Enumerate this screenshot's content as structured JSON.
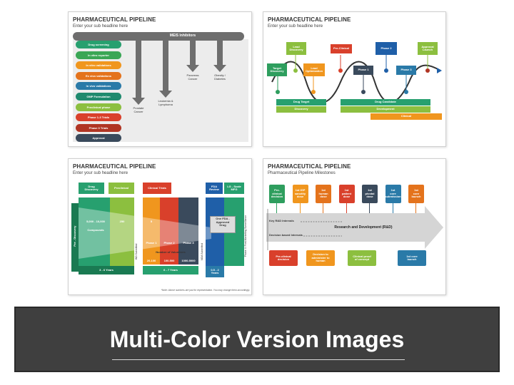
{
  "slides": {
    "s1": {
      "title": "PHARMACEUTICAL PIPELINE",
      "subtitle": "Enter your sub headline here",
      "header_bar": "MEIS Inhibitors",
      "stages": [
        {
          "label": "Drug screening",
          "color": "#27a06f"
        },
        {
          "label": "In vitro reporter",
          "color": "#3aa655"
        },
        {
          "label": "In vitro validations",
          "color": "#f0961e"
        },
        {
          "label": "Ex vivo validations",
          "color": "#e4731c"
        },
        {
          "label": "In vivo validations",
          "color": "#2a7aa8"
        },
        {
          "label": "GMP Formulation",
          "color": "#1f8a6e"
        },
        {
          "label": "Preclinical phase",
          "color": "#8cbf3f"
        },
        {
          "label": "Phase 1-3 Trials",
          "color": "#d9402b"
        },
        {
          "label": "Phase 3 Trials",
          "color": "#b03524"
        },
        {
          "label": "Approval",
          "color": "#3a4a5c"
        }
      ],
      "targets": [
        {
          "label": "Prostate\nCancer"
        },
        {
          "label": "Leukemia &\nLymphoma"
        },
        {
          "label": "Pancreas\nCancer"
        },
        {
          "label": "Obesity /\nDiabetes"
        }
      ]
    },
    "s2": {
      "title": "PHARMACEUTICAL PIPELINE",
      "subtitle": "Enter your sub headline here",
      "milestones_top": [
        "Lead\nDiscovery",
        "Pre-Clinical",
        "Phase 2",
        "Approval\nLaunch"
      ],
      "milestones_bottom": [
        "Target\nDiscovery",
        "Lead\nOptimization",
        "Phase 1",
        "Phase 3"
      ],
      "bars": [
        "Drug Target",
        "Discovery",
        "Drug Candidate",
        "Development",
        "Clinical"
      ]
    },
    "s3": {
      "title": "PHARMACEUTICAL PIPELINE",
      "subtitle": "Enter your sub headline here",
      "top_tags": [
        "Drug\nDiscovery",
        "Preclinical",
        "Clinical Trials",
        "FDA\nReview",
        "LG - Scale\nMFG"
      ],
      "side_label": "Pre - Discovery",
      "compounds": "5,000 - 10,000",
      "compounds_label": "Compounds",
      "preclinical_count": "250",
      "clinical_count": "5",
      "approved": "One FDA -\nApproved\nDrug",
      "phases": [
        "Phase 1",
        "Phase 2",
        "Phase 3"
      ],
      "volunteers_label": "Number of Volunteers",
      "volunteers": [
        "20-100",
        "100-500",
        "1000-5000"
      ],
      "years_discovery": "3 - 6 Years",
      "years_clinical": "6 - 7 Years",
      "years_review": "0.5 - 2\nYears",
      "ind": "IND Submitted",
      "nda": "NDA Submitted",
      "phase4": "Phase 4: Post-Marketing Surveillance",
      "note": "*Note: Above numbers are just for representation. You may change them accordingly."
    },
    "s4": {
      "title": "PHARMACEUTICAL PIPELINE",
      "subtitle": "Pharmaceutical Pipeline Milestones",
      "top_boxes": [
        {
          "label": "Pre-\nclinical\ndecision",
          "color": "#2e9e5e"
        },
        {
          "label": "1st IGP\nsanctity\ndose",
          "color": "#f0961e"
        },
        {
          "label": "1st\nhuman\ndose",
          "color": "#e4731c"
        },
        {
          "label": "1st\npatient\ndose",
          "color": "#d9402b"
        },
        {
          "label": "1st\npivotal\ndose",
          "color": "#3a4a5c"
        },
        {
          "label": "1st\ncore\nsubmission",
          "color": "#2a7aa8"
        },
        {
          "label": "1st\ncore\nlaunch",
          "color": "#e4731c"
        }
      ],
      "key_intervals": "Key R&D Intervals",
      "decision_intervals": "Decision based Intervals",
      "rd": "Research and Development (R&D)",
      "bottom_boxes": [
        {
          "label": "Pre-clinical\ndecision",
          "color": "#d9402b"
        },
        {
          "label": "Decision to\nadminister to\nhuman",
          "color": "#f0961e"
        },
        {
          "label": "Clinical proof\nof concept",
          "color": "#8cbf3f"
        },
        {
          "label": "1st core\nlaunch",
          "color": "#2a7aa8"
        }
      ]
    }
  },
  "banner": {
    "title": "Multi-Color Version Images"
  }
}
